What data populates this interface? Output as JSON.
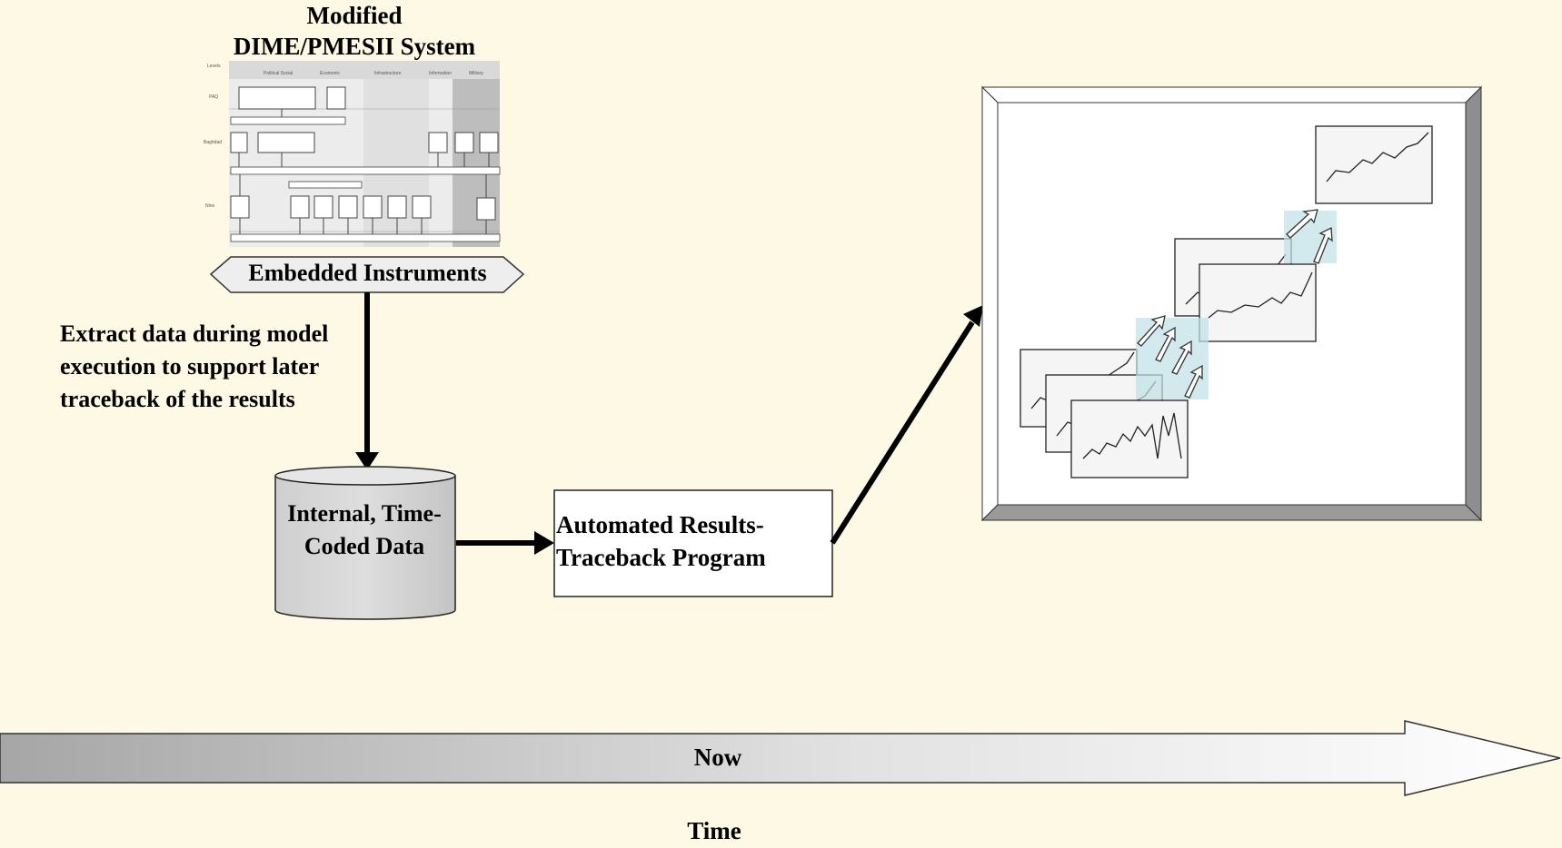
{
  "diagram": {
    "title_line1": "Modified",
    "title_line2": "DIME/PMESII System",
    "embedded_instruments": "Embedded Instruments",
    "extract_note": "Extract data during model execution to support later traceback of the results",
    "database_label": "Internal, Time-Coded Data",
    "program_label": "Automated Results-Traceback Program",
    "timeline_label": "Now",
    "axis_label": "Time"
  },
  "colors": {
    "background": "#fdf9e4",
    "box_fill": "#ffffff",
    "database_fill": "#d6d6d6",
    "frame_border": "#9a9a9a",
    "timeline_dark": "#a8a8a8",
    "timeline_light": "#ffffff",
    "arrow_tint": "#bfe0e6"
  }
}
